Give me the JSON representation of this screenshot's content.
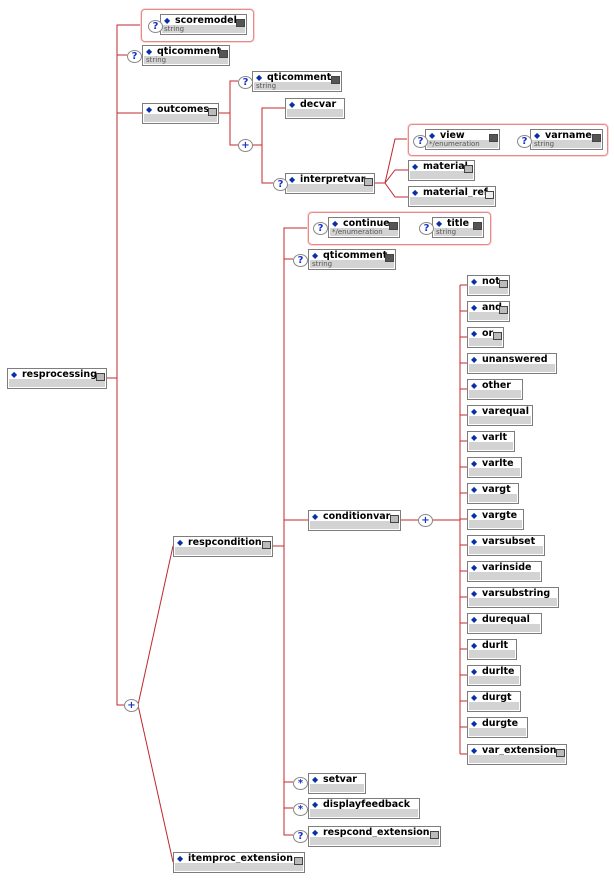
{
  "diagram": {
    "colors": {
      "connector": "#c0282e",
      "group_border": "#e88a8a",
      "diamond": "#0a2ea8",
      "occurrence": "#1a33c8"
    },
    "nodes": [
      {
        "id": "resprocessing",
        "label": "resprocessing",
        "type": "",
        "content": "element"
      },
      {
        "id": "scoremodel",
        "label": "scoremodel",
        "type": "string",
        "content": "text",
        "occurrence": "?"
      },
      {
        "id": "qticomment1",
        "label": "qticomment",
        "type": "string",
        "content": "text",
        "occurrence": "?"
      },
      {
        "id": "outcomes",
        "label": "outcomes",
        "type": "",
        "content": "element"
      },
      {
        "id": "qticomment2",
        "label": "qticomment",
        "type": "string",
        "content": "text",
        "occurrence": "?"
      },
      {
        "id": "decvar",
        "label": "decvar",
        "type": "",
        "content": "none"
      },
      {
        "id": "interpretvar",
        "label": "interpretvar",
        "type": "",
        "content": "element",
        "occurrence": "?"
      },
      {
        "id": "view",
        "label": "view",
        "type": "*/enumeration",
        "content": "text",
        "occurrence": "?"
      },
      {
        "id": "varname",
        "label": "varname",
        "type": "string",
        "content": "text",
        "occurrence": "?"
      },
      {
        "id": "material",
        "label": "material",
        "type": "",
        "content": "element"
      },
      {
        "id": "material_ref",
        "label": "material_ref",
        "type": "",
        "content": "empty"
      },
      {
        "id": "continue",
        "label": "continue",
        "type": "*/enumeration",
        "content": "text",
        "occurrence": "?"
      },
      {
        "id": "title",
        "label": "title",
        "type": "string",
        "content": "text",
        "occurrence": "?"
      },
      {
        "id": "qticomment3",
        "label": "qticomment",
        "type": "string",
        "content": "text",
        "occurrence": "?"
      },
      {
        "id": "respcondition",
        "label": "respcondition",
        "type": "",
        "content": "element"
      },
      {
        "id": "conditionvar",
        "label": "conditionvar",
        "type": "",
        "content": "element"
      },
      {
        "id": "not",
        "label": "not",
        "type": "",
        "content": "element"
      },
      {
        "id": "and",
        "label": "and",
        "type": "",
        "content": "element"
      },
      {
        "id": "or",
        "label": "or",
        "type": "",
        "content": "element"
      },
      {
        "id": "unanswered",
        "label": "unanswered",
        "type": "",
        "content": "none"
      },
      {
        "id": "other",
        "label": "other",
        "type": "",
        "content": "none"
      },
      {
        "id": "varequal",
        "label": "varequal",
        "type": "",
        "content": "none"
      },
      {
        "id": "varlt",
        "label": "varlt",
        "type": "",
        "content": "none"
      },
      {
        "id": "varlte",
        "label": "varlte",
        "type": "",
        "content": "none"
      },
      {
        "id": "vargt",
        "label": "vargt",
        "type": "",
        "content": "none"
      },
      {
        "id": "vargte",
        "label": "vargte",
        "type": "",
        "content": "none"
      },
      {
        "id": "varsubset",
        "label": "varsubset",
        "type": "",
        "content": "none"
      },
      {
        "id": "varinside",
        "label": "varinside",
        "type": "",
        "content": "none"
      },
      {
        "id": "varsubstring",
        "label": "varsubstring",
        "type": "",
        "content": "none"
      },
      {
        "id": "durequal",
        "label": "durequal",
        "type": "",
        "content": "none"
      },
      {
        "id": "durlt",
        "label": "durlt",
        "type": "",
        "content": "none"
      },
      {
        "id": "durlte",
        "label": "durlte",
        "type": "",
        "content": "none"
      },
      {
        "id": "durgt",
        "label": "durgt",
        "type": "",
        "content": "none"
      },
      {
        "id": "durgte",
        "label": "durgte",
        "type": "",
        "content": "none"
      },
      {
        "id": "var_extension",
        "label": "var_extension",
        "type": "",
        "content": "element"
      },
      {
        "id": "setvar",
        "label": "setvar",
        "type": "",
        "content": "none",
        "occurrence": "*"
      },
      {
        "id": "displayfeedback",
        "label": "displayfeedback",
        "type": "",
        "content": "none",
        "occurrence": "*"
      },
      {
        "id": "respcond_extension",
        "label": "respcond_extension",
        "type": "",
        "content": "element",
        "occurrence": "?"
      },
      {
        "id": "itemproc_extension",
        "label": "itemproc_extension",
        "type": "",
        "content": "element"
      }
    ],
    "compositors": [
      {
        "id": "outcomes-seq",
        "symbol": "+"
      },
      {
        "id": "conditionvar-choice",
        "symbol": "+"
      },
      {
        "id": "resprocessing-seq",
        "symbol": "+"
      }
    ]
  }
}
